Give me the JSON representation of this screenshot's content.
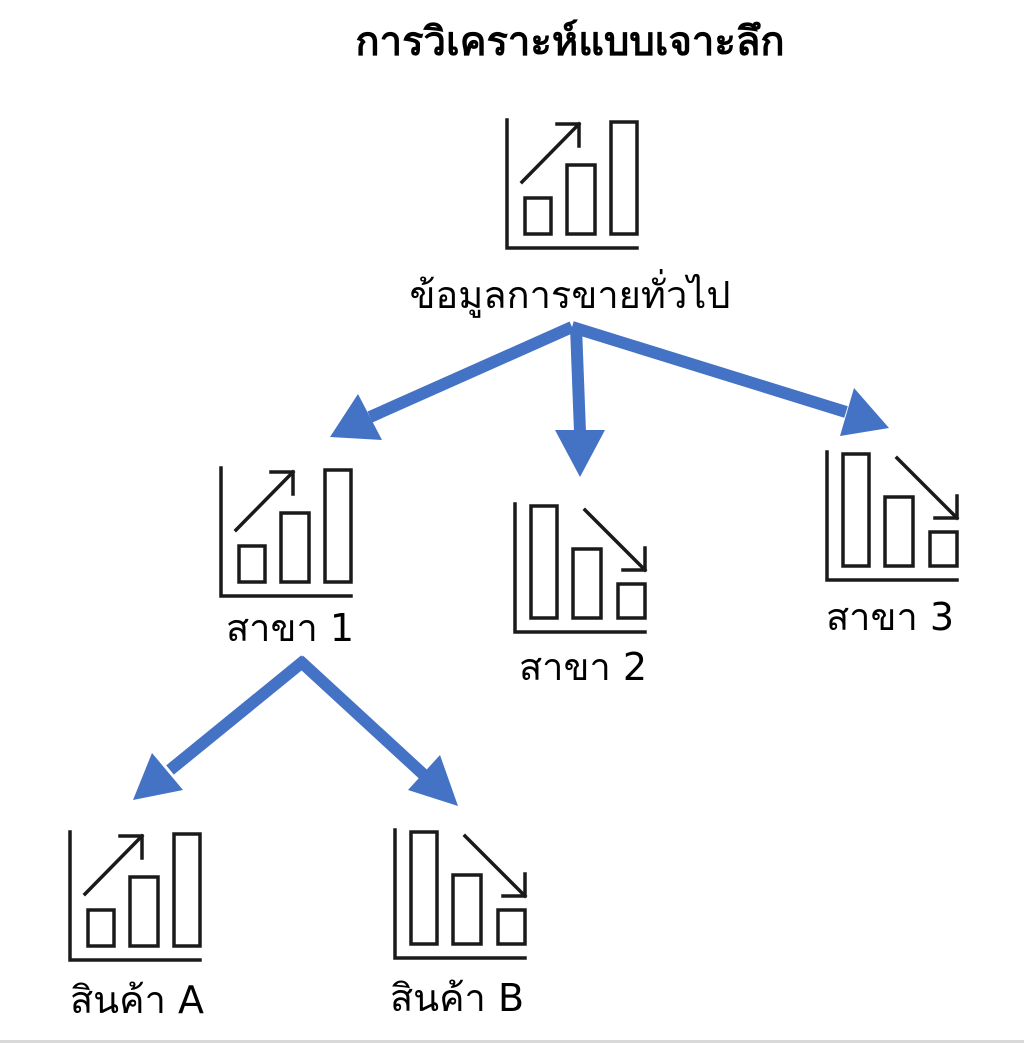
{
  "title": "การวิเคราะห์แบบเจาะลึก",
  "colors": {
    "arrow": "#4472C4",
    "icon_stroke": "#1a1a1a",
    "background": "#ffffff"
  },
  "nodes": {
    "root": {
      "label": "ข้อมูลการขายทั่วไป",
      "icon": "chart-trend-up-icon"
    },
    "branch1": {
      "label": "สาขา 1",
      "icon": "chart-trend-up-icon"
    },
    "branch2": {
      "label": "สาขา 2",
      "icon": "chart-trend-down-icon"
    },
    "branch3": {
      "label": "สาขา 3",
      "icon": "chart-trend-down-icon"
    },
    "productA": {
      "label": "สินค้า A",
      "icon": "chart-trend-up-icon"
    },
    "productB": {
      "label": "สินค้า B",
      "icon": "chart-trend-down-icon"
    }
  },
  "edges": [
    {
      "from": "root",
      "to": "branch1"
    },
    {
      "from": "root",
      "to": "branch2"
    },
    {
      "from": "root",
      "to": "branch3"
    },
    {
      "from": "branch1",
      "to": "productA"
    },
    {
      "from": "branch1",
      "to": "productB"
    }
  ]
}
